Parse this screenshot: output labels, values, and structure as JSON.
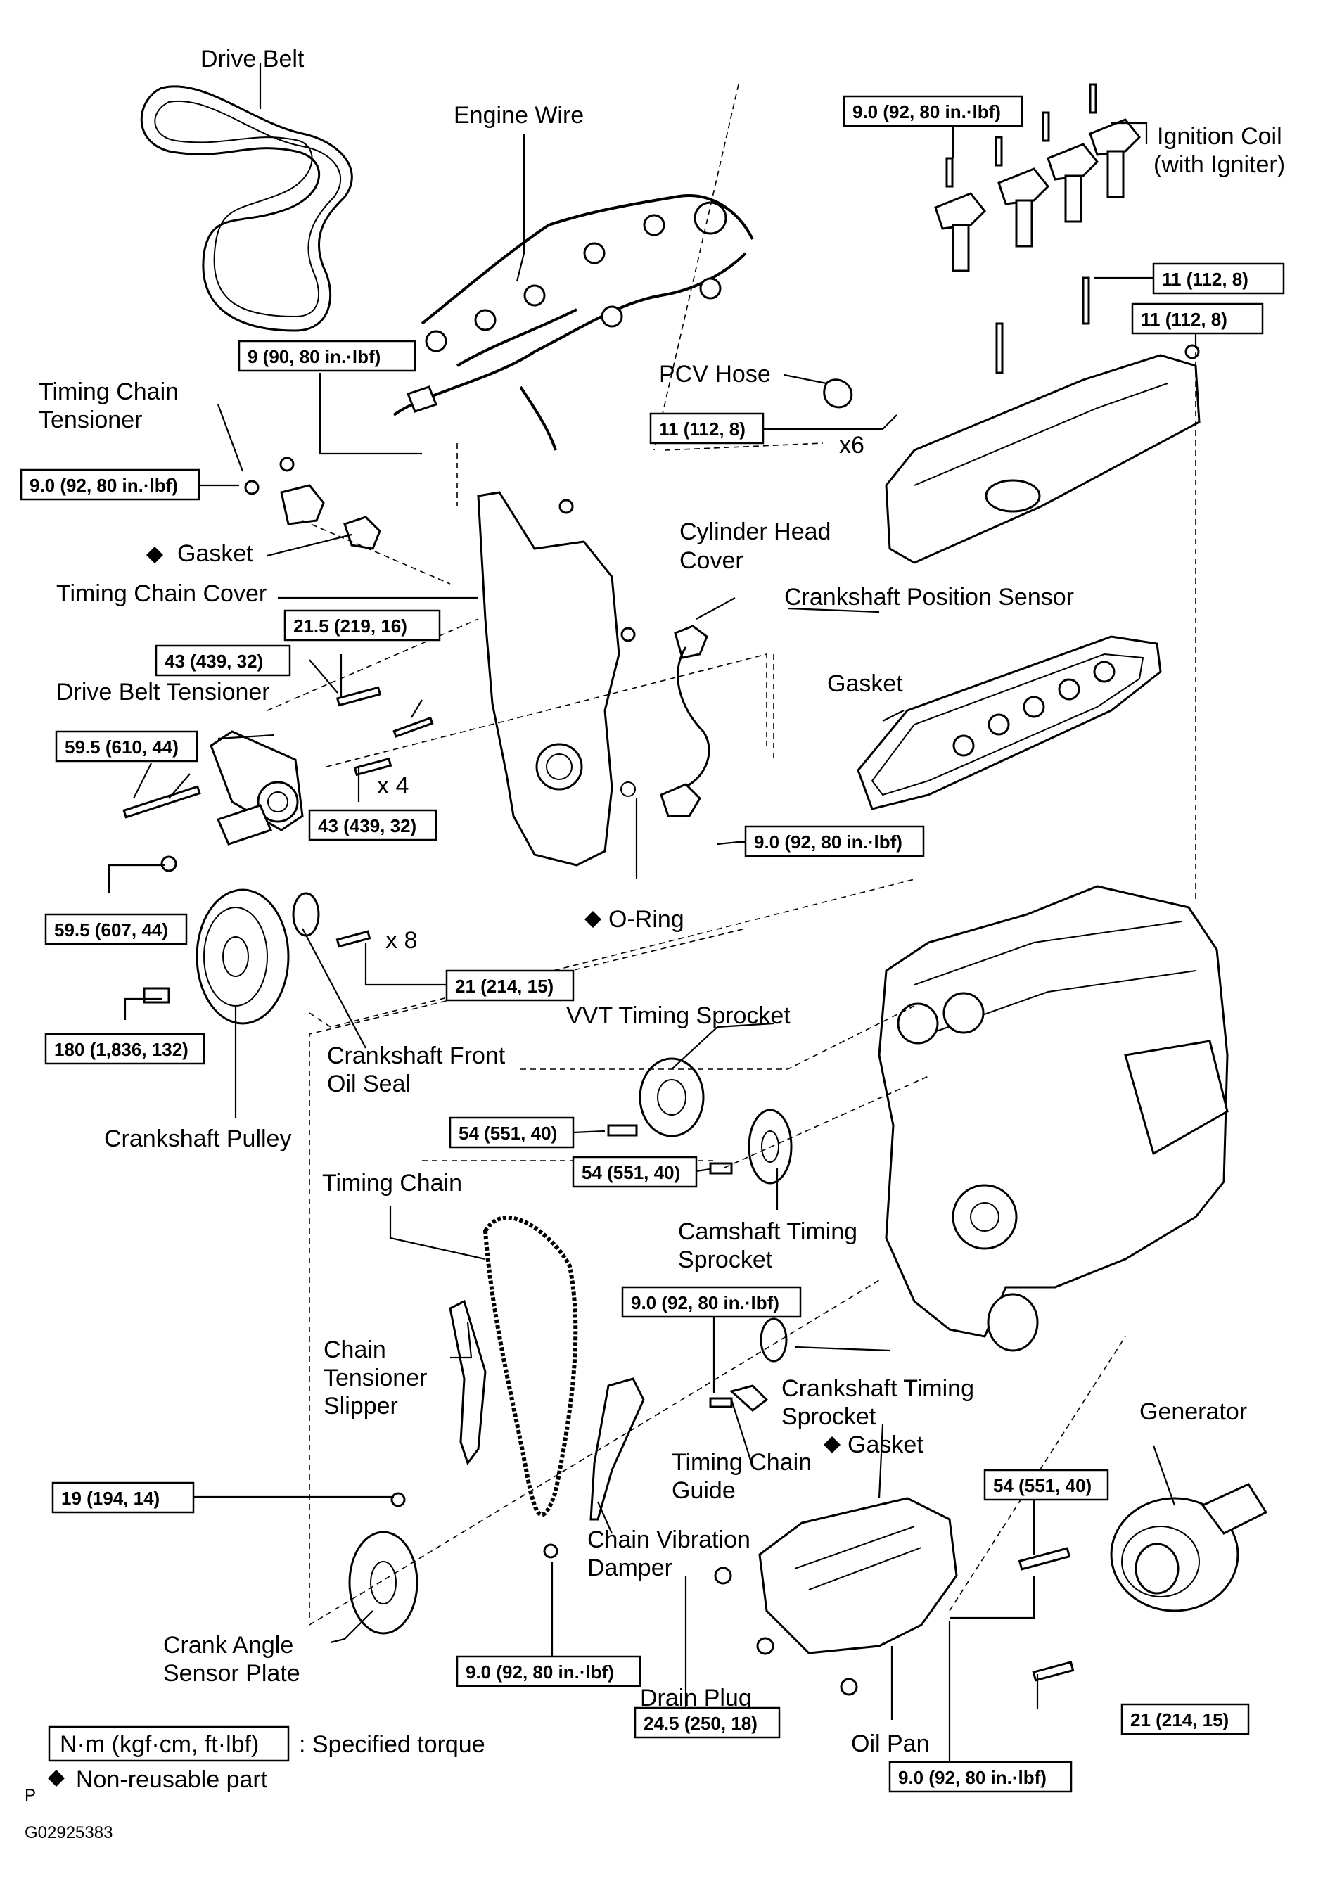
{
  "labels": {
    "drive_belt": "Drive Belt",
    "engine_wire": "Engine Wire",
    "ignition_coil_1": "Ignition Coil",
    "ignition_coil_2": "(with Igniter)",
    "pcv_hose": "PCV Hose",
    "x6": "x6",
    "timing_chain_tensioner_1": "Timing  Chain",
    "timing_chain_tensioner_2": "Tensioner",
    "gasket_1": "Gasket",
    "timing_chain_cover": "Timing Chain Cover",
    "cylinder_head_cover_1": "Cylinder Head",
    "cylinder_head_cover_2": "Cover",
    "crankshaft_position_sensor": "Crankshaft Position Sensor",
    "drive_belt_tensioner": "Drive Belt Tensioner",
    "gasket_2": "Gasket",
    "x4": "x 4",
    "o_ring": "O-Ring",
    "x8": "x 8",
    "crankshaft_front_oil_seal_1": "Crankshaft  Front",
    "crankshaft_front_oil_seal_2": "Oil Seal",
    "vvt_timing_sprocket": "VVT Timing Sprocket",
    "crankshaft_pulley": "Crankshaft Pulley",
    "timing_chain": "Timing Chain",
    "camshaft_timing_sprocket_1": "Camshaft   Timing",
    "camshaft_timing_sprocket_2": "Sprocket",
    "chain_tensioner_slipper_1": "Chain",
    "chain_tensioner_slipper_2": "Tensioner",
    "chain_tensioner_slipper_3": "Slipper",
    "crankshaft_timing_sprocket_1": "Crankshaft Timing",
    "crankshaft_timing_sprocket_2": "Sprocket",
    "gasket_3": "Gasket",
    "generator": "Generator",
    "timing_chain_guide_1": "Timing Chain",
    "timing_chain_guide_2": "Guide",
    "chain_vibration_damper_1": "Chain  Vibration",
    "chain_vibration_damper_2": "Damper",
    "crank_angle_sensor_plate_1": "Crank Angle",
    "crank_angle_sensor_plate_2": "Sensor Plate",
    "drain_plug": "Drain Plug",
    "oil_pan": "Oil Pan"
  },
  "torque": {
    "t_ign": "9.0 (92, 80 in.·lbf)",
    "t_head1": "11 (112, 8)",
    "t_head2": "11 (112, 8)",
    "t_wire": "9 (90, 80 in.·lbf)",
    "t_pcv": "11 (112, 8)",
    "t_tens": "9.0 (92, 80 in.·lbf)",
    "t_215": "21.5 (219, 16)",
    "t_43a": "43 (439, 32)",
    "t_595a": "59.5 (610, 44)",
    "t_43b": "43 (439, 32)",
    "t_cps": "9.0 (92, 80 in.·lbf)",
    "t_595b": "59.5 (607, 44)",
    "t_21a": "21 (214, 15)",
    "t_180": "180 (1,836, 132)",
    "t_54a": "54 (551, 40)",
    "t_54b": "54 (551, 40)",
    "t_guide": "9.0 (92, 80 in.·lbf)",
    "t_19": "19 (194, 14)",
    "t_54c": "54 (551, 40)",
    "t_damper": "9.0 (92, 80 in.·lbf)",
    "t_drain": "24.5 (250, 18)",
    "t_21b": "21 (214, 15)",
    "t_oilpan": "9.0 (92, 80 in.·lbf)"
  },
  "legend": {
    "unit_box": "N·m (kgf·cm, ft·lbf)",
    "unit_desc": ": Specified torque",
    "non_reusable": "Non-reusable part",
    "p": "P",
    "figure_code": "G02925383"
  }
}
